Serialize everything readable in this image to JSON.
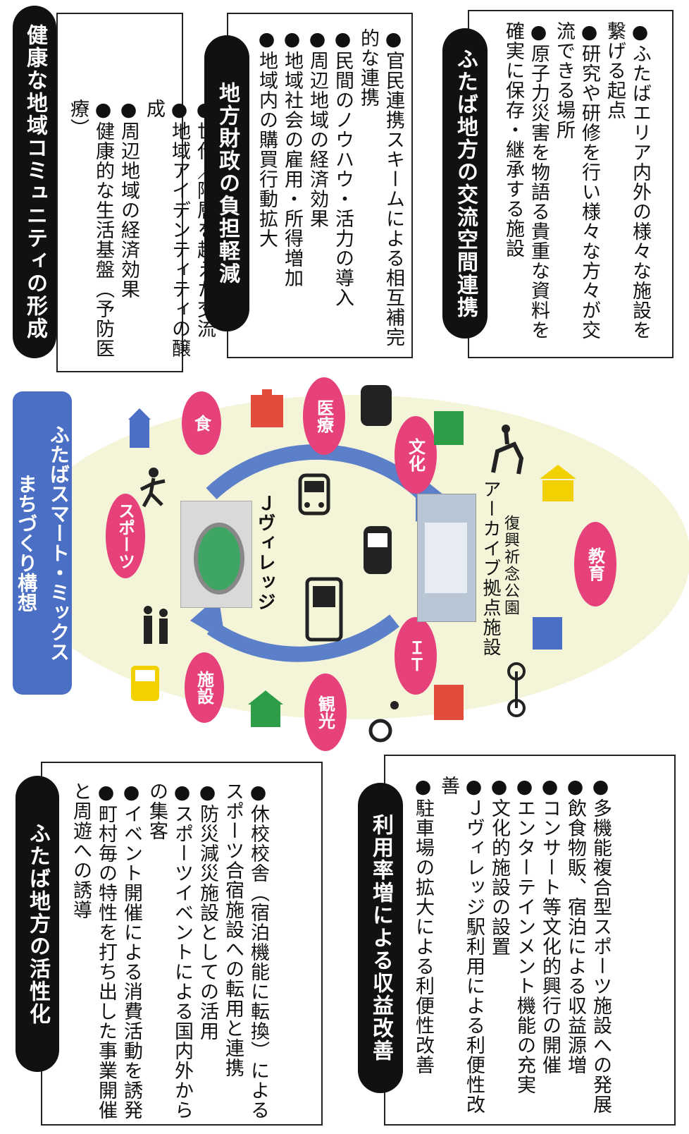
{
  "center": {
    "title_line1": "ふたばスマート・ミックス",
    "title_line2": "まちづくり構想",
    "jvillage_label": "Ｊヴィレッジ",
    "archive_line1": "アーカイブ拠点施設",
    "archive_line2": "復興祈念公園",
    "categories": {
      "sports": "スポーツ",
      "food": "食",
      "medical": "医療",
      "culture": "文化",
      "facility": "施設",
      "tourism": "観光",
      "it": "ＩＴ",
      "education": "教育"
    }
  },
  "boxes": {
    "community": {
      "title": "健康な地域コミュニティの形成",
      "items": [
        "●世代／階層を超えた交流",
        "●地域アイデンティティの醸成",
        "●周辺地域の経済効果",
        "●健康的な生活基盤（予防医療）"
      ]
    },
    "finance": {
      "title": "地方財政の負担軽減",
      "items": [
        "●官民連携スキームによる相互補完的な連携",
        "●民間のノウハウ・活力の導入",
        "●周辺地域の経済効果",
        "●地域社会の雇用・所得増加",
        "●地域内の購買行動拡大"
      ]
    },
    "exchange": {
      "title": "ふたば地方の交流空間連携",
      "items": [
        "●ふたばエリア内外の様々な施設を繋げる起点",
        "●研究や研修を行い様々な方々が交流できる場所",
        "●原子力災害を物語る貴重な資料を確実に保存・継承する施設"
      ]
    },
    "revitalization": {
      "title": "ふたば地方の活性化",
      "items": [
        "●休校校舎（宿泊機能に転換）によるスポーツ合宿施設への転用と連携",
        "●防災減災施設としての活用",
        "●スポーツイベントによる国内外からの集客",
        "●イベント開催による消費活動を誘発",
        "●町村毎の特性を打ち出した事業開催と周遊への誘導"
      ]
    },
    "revenue": {
      "title": "利用率増による収益改善",
      "items": [
        "●多機能複合型スポーツ施設への発展",
        "●飲食物販、宿泊による収益源増",
        "●コンサート等文化的興行の開催",
        "●エンターテインメント機能の充実",
        "●文化的施設の設置",
        "●Ｊヴィレッジ駅利用による利便性改善",
        "●駐車場の拡大による利便性改善"
      ]
    }
  },
  "colors": {
    "pill": "#e6417a",
    "banner": "#4a6fc4",
    "ellipse": "#f4f5d8",
    "arrow": "#5b7fc9"
  },
  "icons": [
    "school-icon",
    "runner-icon",
    "family-icon",
    "bus-icon",
    "car-icon",
    "train-icon",
    "horse-rider-icon",
    "building-icon",
    "hospital-icon",
    "cyclist-icon",
    "wheelchair-icon",
    "museum-icon"
  ]
}
